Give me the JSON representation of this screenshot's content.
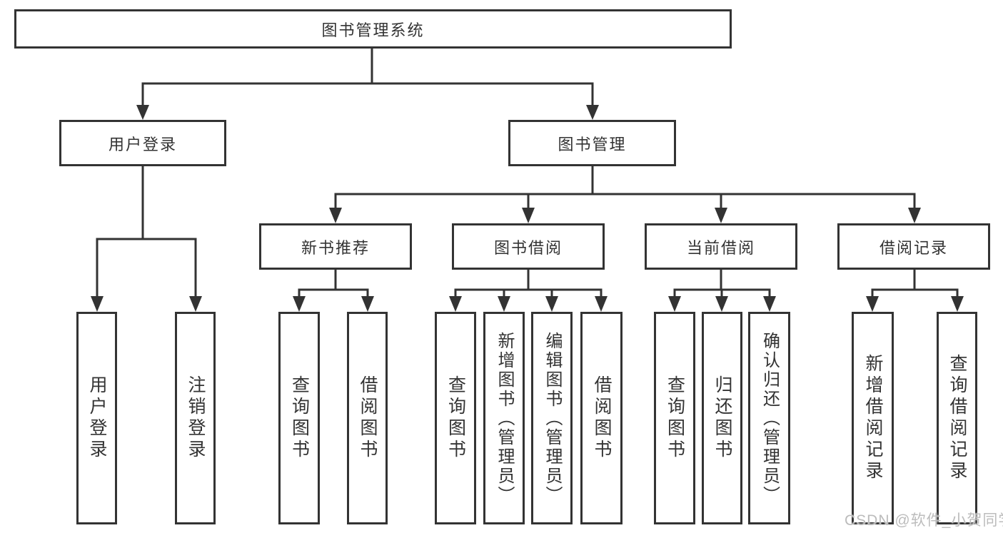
{
  "colors": {
    "line": "#333333",
    "text": "#333333",
    "watermark": "#bcbcbc",
    "background": "#ffffff"
  },
  "watermark": {
    "label": "CSDN @软件_小贺同学"
  },
  "diagram": {
    "root": {
      "label": "图书管理系统"
    },
    "branches": [
      {
        "label": "用户登录",
        "children": [
          {
            "label": "用户登录"
          },
          {
            "label": "注销登录"
          }
        ]
      },
      {
        "label": "图书管理",
        "children": [
          {
            "label": "新书推荐",
            "children": [
              {
                "label": "查询图书"
              },
              {
                "label": "借阅图书"
              }
            ]
          },
          {
            "label": "图书借阅",
            "children": [
              {
                "label": "查询图书"
              },
              {
                "label": "新增图书（管理员）"
              },
              {
                "label": "编辑图书（管理员）"
              },
              {
                "label": "借阅图书"
              }
            ]
          },
          {
            "label": "当前借阅",
            "children": [
              {
                "label": "查询图书"
              },
              {
                "label": "归还图书"
              },
              {
                "label": "确认归还（管理员）"
              }
            ]
          },
          {
            "label": "借阅记录",
            "children": [
              {
                "label": "新增借阅记录"
              },
              {
                "label": "查询借阅记录"
              }
            ]
          }
        ]
      }
    ]
  }
}
